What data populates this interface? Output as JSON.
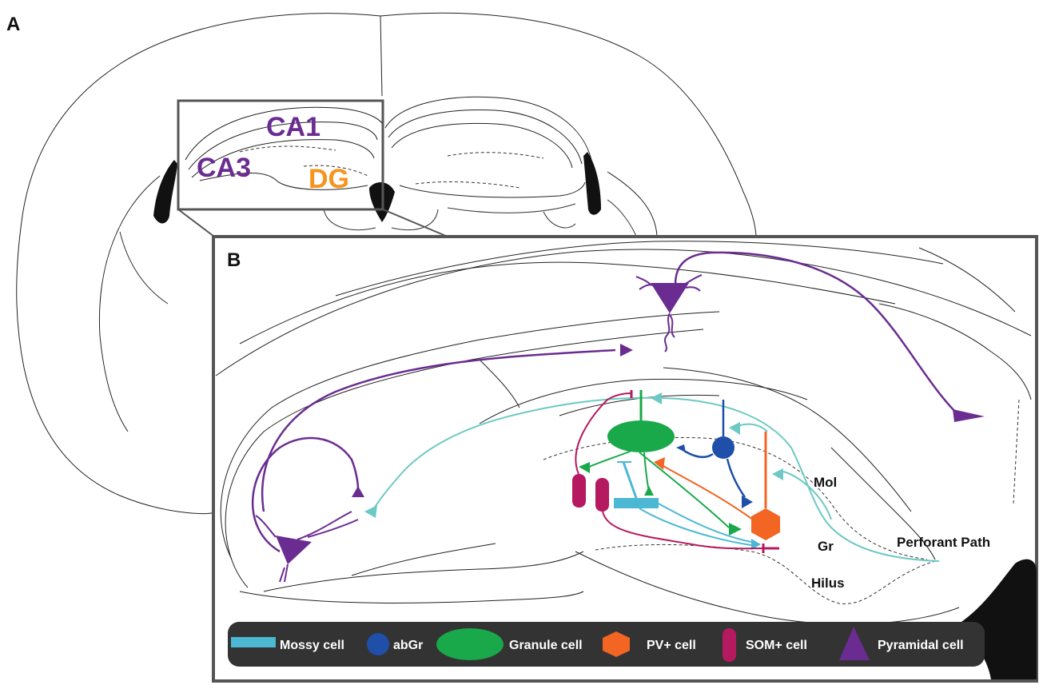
{
  "panel_a": {
    "letter": "A",
    "regions": {
      "ca1": "CA1",
      "ca3": "CA3",
      "dg": "DG"
    }
  },
  "panel_b": {
    "letter": "B",
    "layers": {
      "mol": "Mol",
      "gr": "Gr",
      "hilus": "Hilus",
      "perforant_path": "Perforant Path"
    }
  },
  "legend": [
    {
      "key": "mossy",
      "label": "Mossy cell",
      "color": "#4db8d4",
      "icon": "rectangle"
    },
    {
      "key": "abgr",
      "label": "abGr",
      "color": "#1f4fa8",
      "icon": "circle"
    },
    {
      "key": "granule",
      "label": "Granule cell",
      "color": "#19a84a",
      "icon": "ellipse"
    },
    {
      "key": "pv",
      "label": "PV+ cell",
      "color": "#f26522",
      "icon": "hexagon"
    },
    {
      "key": "som",
      "label": "SOM+ cell",
      "color": "#b5195f",
      "icon": "rounded-bar"
    },
    {
      "key": "pyramidal",
      "label": "Pyramidal cell",
      "color": "#6a2c91",
      "icon": "triangle"
    }
  ],
  "colors": {
    "ca_label": "#6a2c91",
    "dg_label": "#f7941d",
    "perforant": "#6cc9c4",
    "legend_bg": "#333333",
    "frame": "#555555"
  }
}
